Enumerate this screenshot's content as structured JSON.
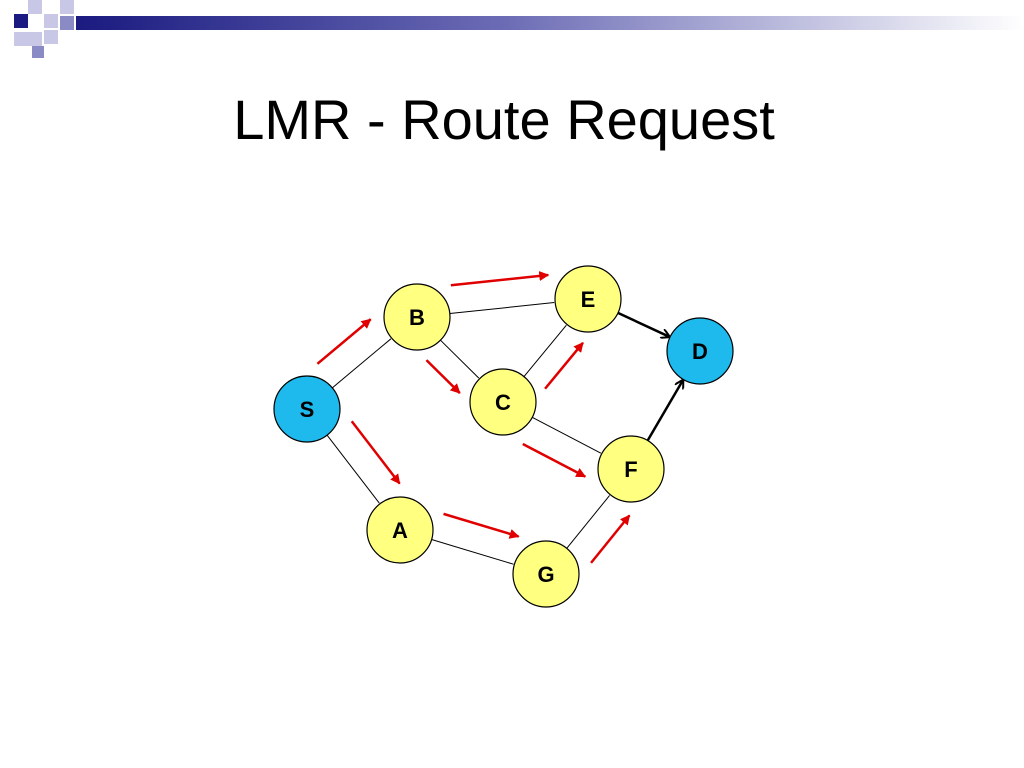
{
  "slide": {
    "title": "LMR - Route Request"
  },
  "colors": {
    "header_dark": "#1a1a80",
    "header_mid": "#6b6bb5",
    "header_light": "#c8c8e6",
    "intermediate_node": "#ffff80",
    "endpoint_node": "#1eb9ed",
    "link": "#000000",
    "request_arrow": "#e00000"
  },
  "diagram": {
    "nodes": [
      {
        "id": "S",
        "label": "S",
        "role": "endpoint"
      },
      {
        "id": "B",
        "label": "B",
        "role": "intermediate"
      },
      {
        "id": "E",
        "label": "E",
        "role": "intermediate"
      },
      {
        "id": "D",
        "label": "D",
        "role": "endpoint"
      },
      {
        "id": "C",
        "label": "C",
        "role": "intermediate"
      },
      {
        "id": "F",
        "label": "F",
        "role": "intermediate"
      },
      {
        "id": "A",
        "label": "A",
        "role": "intermediate"
      },
      {
        "id": "G",
        "label": "G",
        "role": "intermediate"
      }
    ],
    "links": [
      {
        "from": "S",
        "to": "B"
      },
      {
        "from": "S",
        "to": "A"
      },
      {
        "from": "B",
        "to": "E"
      },
      {
        "from": "B",
        "to": "C"
      },
      {
        "from": "C",
        "to": "E"
      },
      {
        "from": "C",
        "to": "F"
      },
      {
        "from": "A",
        "to": "G"
      },
      {
        "from": "G",
        "to": "F"
      },
      {
        "from": "E",
        "to": "D",
        "directed": true
      },
      {
        "from": "F",
        "to": "D",
        "directed": true
      }
    ],
    "route_request_arrows": [
      {
        "from": "S",
        "to": "B"
      },
      {
        "from": "B",
        "to": "E"
      },
      {
        "from": "B",
        "to": "C"
      },
      {
        "from": "C",
        "to": "E"
      },
      {
        "from": "C",
        "to": "F"
      },
      {
        "from": "S",
        "to": "A"
      },
      {
        "from": "A",
        "to": "G"
      },
      {
        "from": "G",
        "to": "F"
      }
    ]
  }
}
